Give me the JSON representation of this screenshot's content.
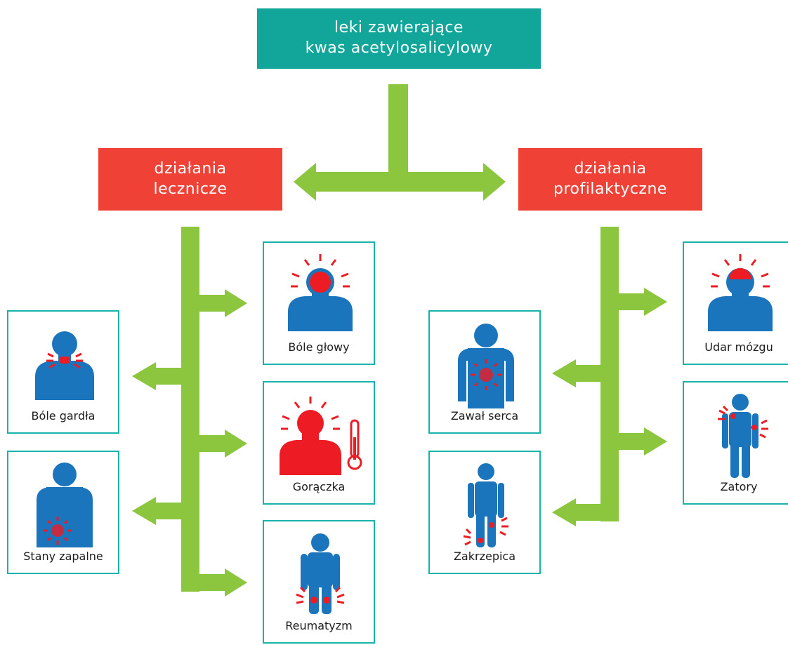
{
  "root": {
    "line1": "leki zawierające",
    "line2": "kwas acetylosalicylowy"
  },
  "left_branch": {
    "line1": "działania",
    "line2": "lecznicze"
  },
  "right_branch": {
    "line1": "działania",
    "line2": "profilaktyczne"
  },
  "cards": {
    "sore_throat": "Bóle gardła",
    "inflammation": "Stany zapalne",
    "headache": "Bóle głowy",
    "fever": "Gorączka",
    "rheumatism": "Reumatyzm",
    "heart_attack": "Zawał serca",
    "thrombosis": "Zakrzepica",
    "stroke": "Udar mózgu",
    "embolism": "Zatory"
  },
  "colors": {
    "root": "#12a69a",
    "branch": "#ef4136",
    "arrow": "#8cc63f",
    "card_border": "#19b3aa",
    "figure": "#1b75bc",
    "pain": "#ed1c24"
  },
  "icons": [
    "throat-pain-icon",
    "chest-inflammation-icon",
    "headache-icon",
    "fever-thermometer-icon",
    "rheumatism-icon",
    "heart-attack-icon",
    "thrombosis-icon",
    "stroke-icon",
    "embolism-icon"
  ]
}
